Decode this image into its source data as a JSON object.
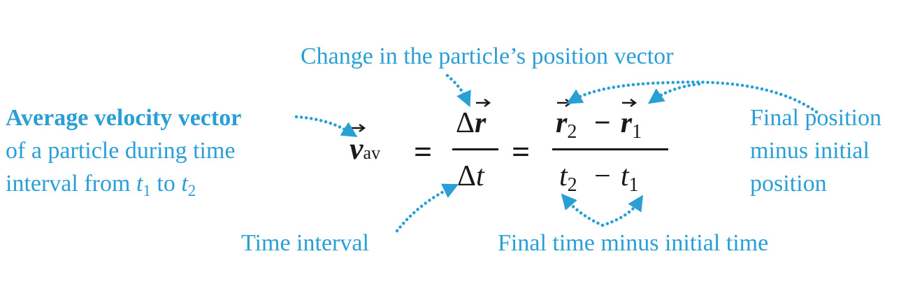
{
  "annotations": {
    "change_position": "Change in the particle’s position vector",
    "avg_vel_bold": "Average velocity vector",
    "avg_vel_line2": "of a particle during time",
    "avg_vel_line3_pre": "interval from ",
    "avg_vel_t": "t",
    "avg_vel_sub1": "1",
    "avg_vel_to": " to ",
    "avg_vel_sub2": "2",
    "final_pos_line1": "Final position",
    "final_pos_line2": "minus initial",
    "final_pos_line3": "position",
    "time_interval": "Time interval",
    "final_time": "Final time minus initial time"
  },
  "equation": {
    "v": "v",
    "v_sub": "av",
    "equals": "=",
    "delta": "Δ",
    "r": "r",
    "t": "t",
    "sub1": "1",
    "sub2": "2",
    "minus": "−"
  },
  "colors": {
    "annotation": "#2a9fd6",
    "equation": "#1a1a1a"
  }
}
